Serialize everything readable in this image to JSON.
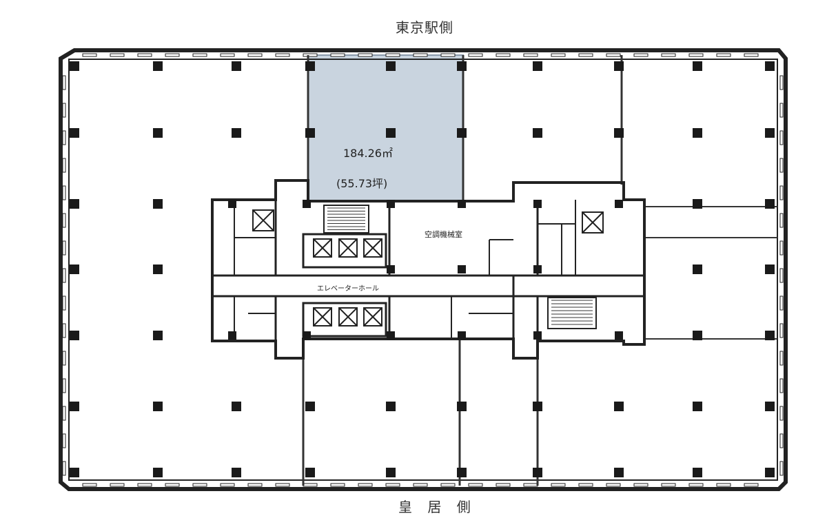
{
  "directions": {
    "top": "東京駅側",
    "bottom": "皇 居 側"
  },
  "unit": {
    "area_m2": "184.26㎡",
    "area_tsubo": "(55.73坪)"
  },
  "rooms": {
    "mechanical": "空調機械室",
    "elevator_hall": "エレベーターホール"
  },
  "colors": {
    "highlight_fill": "#c9d4df",
    "highlight_stroke": "#8a9aab",
    "wall": "#222222",
    "column": "#1a1a1a"
  }
}
